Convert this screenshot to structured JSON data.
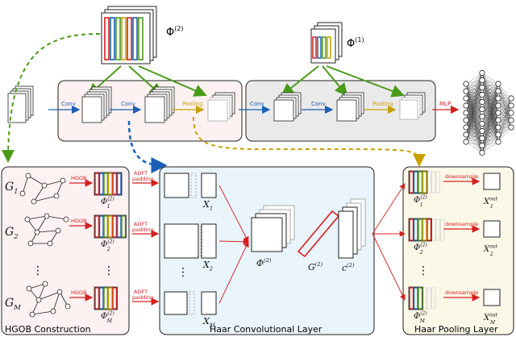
{
  "colors": {
    "red": "#d62020",
    "green": "#4a9a1a",
    "blue": "#1a5fb4",
    "gold": "#c8a000",
    "panel_pink": "#fdf1f1",
    "panel_gray": "#eaeaea",
    "panel_blue": "#eaf4fb",
    "panel_cream": "#fbf8e8"
  },
  "pipeline": {
    "conv1": "Conv",
    "conv2": "Conv",
    "pool1": "Pooling",
    "conv3": "Conv",
    "conv4": "Conv",
    "pool2": "Pooling",
    "mlp": "MLP"
  },
  "phi2_top": "Φ",
  "phi2_top_sup": "(2)",
  "phi1_top": "Φ",
  "phi1_top_sup": "(1)",
  "hgob": {
    "title": "HGOB Construction",
    "graphs": [
      {
        "name": "G",
        "sub": "1"
      },
      {
        "name": "G",
        "sub": "2"
      },
      {
        "name": "G",
        "sub": "M"
      }
    ],
    "arrow_label": "HGOB",
    "phis": [
      {
        "name": "Φ",
        "sub": "1",
        "sup": "(2)"
      },
      {
        "name": "Φ",
        "sub": "2",
        "sup": "(2)"
      },
      {
        "name": "Φ",
        "sub": "M",
        "sup": "(2)"
      }
    ],
    "dots": "⋮"
  },
  "haar_conv": {
    "title": "Haar Convolutional Layer",
    "adft1": "ADFT",
    "adft2": "padding",
    "inputs": [
      {
        "name": "X",
        "sub": "1"
      },
      {
        "name": "X",
        "sub": "2"
      },
      {
        "name": "X",
        "sub": "M"
      }
    ],
    "phi": "Φ",
    "phi_sup": "(2)",
    "g": "G",
    "g_sup": "(2)",
    "c": "c",
    "c_sup": "(2)",
    "dots": "⋮"
  },
  "haar_pool": {
    "title": "Haar Pooling Layer",
    "downsample": "downsample",
    "phis": [
      {
        "name": "Φ",
        "sub": "1",
        "sup": "(2)"
      },
      {
        "name": "Φ",
        "sub": "2",
        "sup": "(2)"
      },
      {
        "name": "Φ",
        "sub": "M",
        "sup": "(2)"
      }
    ],
    "outs": [
      {
        "name": "X",
        "sub": "1",
        "sup": "out"
      },
      {
        "name": "X",
        "sub": "2",
        "sup": "out"
      },
      {
        "name": "X",
        "sub": "M",
        "sup": "out"
      }
    ],
    "dots": "⋮"
  }
}
